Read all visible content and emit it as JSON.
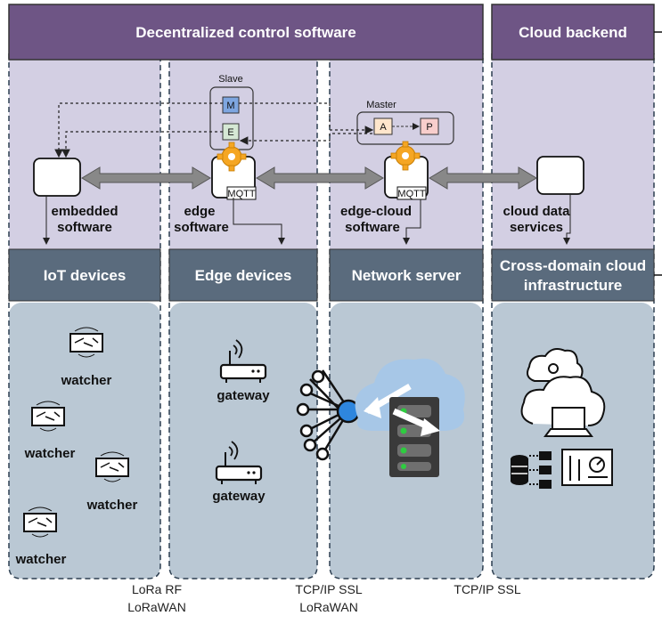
{
  "headers": {
    "decentralized": "Decentralized control software",
    "cloud": "Cloud backend"
  },
  "columns": [
    {
      "id": "iot",
      "layer": "IoT devices",
      "software_line1": "embedded",
      "software_line2": "software"
    },
    {
      "id": "edge",
      "layer": "Edge devices",
      "software_line1": "edge",
      "software_line2": "software"
    },
    {
      "id": "network",
      "layer": "Network server",
      "software_line1": "edge-cloud",
      "software_line2": "software"
    },
    {
      "id": "cloud",
      "layer_line1": "Cross-domain cloud",
      "layer_line2": "infrastructure",
      "software_line1": "cloud data",
      "software_line2": "services"
    }
  ],
  "roles": {
    "slave": "Slave",
    "master": "Master",
    "slave_m": "M",
    "slave_e": "E",
    "master_a": "A",
    "master_p": "P",
    "mqtt": "MQTT"
  },
  "devices": {
    "watchers": [
      "watcher",
      "watcher",
      "watcher",
      "watcher"
    ],
    "gateways": [
      "gateway",
      "gateway"
    ]
  },
  "protocols": {
    "iot_edge_line1": "LoRa RF",
    "iot_edge_line2": "LoRaWAN",
    "edge_network_line1": "TCP/IP SSL",
    "edge_network_line2": "LoRaWAN",
    "network_cloud": "TCP/IP SSL"
  },
  "colors": {
    "header_purple": "#6e5585",
    "software_lavender": "#d3cfe3",
    "layer_slate": "#5a6b7d",
    "device_bluegray": "#bac8d4",
    "slave_m_fill": "#7ea6e0",
    "slave_e_fill": "#d5e8d4",
    "master_a_fill": "#ffe6cc",
    "master_p_fill": "#f8cecc",
    "cloud_blue": "#a7c7e7"
  }
}
